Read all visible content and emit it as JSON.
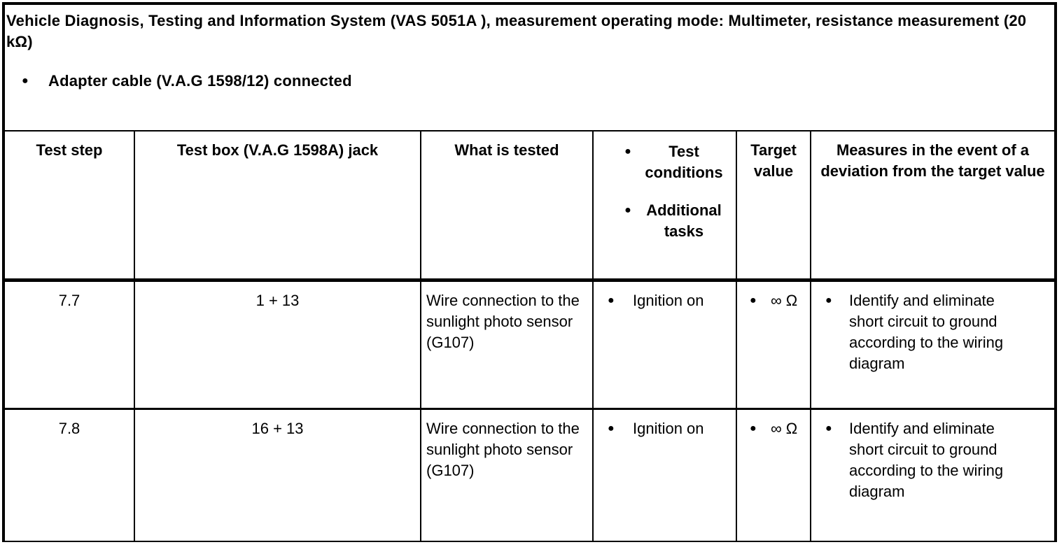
{
  "icons": {
    "bullet": "●"
  },
  "document": {
    "title": "Vehicle Diagnosis, Testing and Information System (VAS 5051A ), measurement operating mode: Multimeter, resistance measurement (20 kΩ)",
    "intro_bullet": "Adapter cable (V.A.G 1598/12) connected"
  },
  "table": {
    "headers": {
      "test_step": "Test step",
      "test_box_jack": "Test box (V.A.G 1598A) jack",
      "what_is_tested": "What is tested",
      "conditions_items": [
        "Test conditions",
        "Additional tasks"
      ],
      "target_value": "Target value",
      "measures": "Measures in the event of a deviation from the target value"
    },
    "rows": [
      {
        "test_step": "7.7",
        "test_box_jack": "1 + 13",
        "what_is_tested": "Wire connection to the sunlight photo sensor (G107)",
        "test_condition": "Ignition on",
        "target_value": "∞ Ω",
        "measure": "Identify and eliminate short circuit to ground according to the wiring diagram"
      },
      {
        "test_step": "7.8",
        "test_box_jack": "16 + 13",
        "what_is_tested": "Wire connection to the sunlight photo sensor (G107)",
        "test_condition": "Ignition on",
        "target_value": "∞ Ω",
        "measure": "Identify and eliminate short circuit to ground according to the wiring diagram"
      }
    ]
  }
}
